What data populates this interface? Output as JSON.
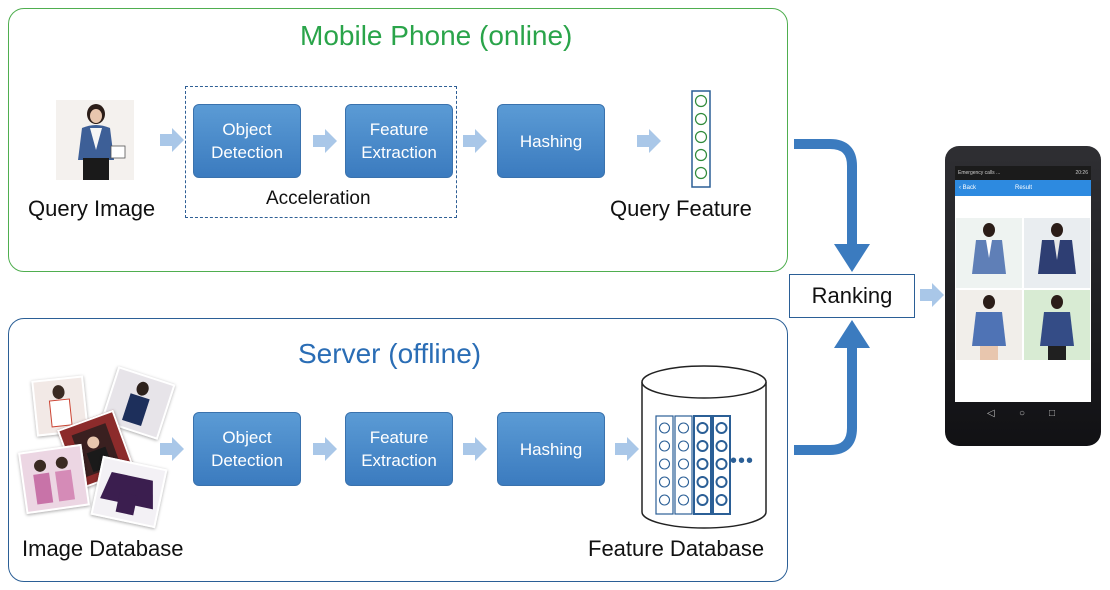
{
  "mobile_panel": {
    "title": "Mobile Phone (online)",
    "query_image_label": "Query Image",
    "object_detection": "Object\nDetection",
    "feature_extraction": "Feature\nExtraction",
    "hashing": "Hashing",
    "acceleration": "Acceleration",
    "query_feature_label": "Query Feature"
  },
  "server_panel": {
    "title": "Server (offline)",
    "image_database_label": "Image Database",
    "object_detection": "Object\nDetection",
    "feature_extraction": "Feature\nExtraction",
    "hashing": "Hashing",
    "feature_database_label": "Feature Database",
    "ellipsis": "•••"
  },
  "ranking": {
    "label": "Ranking"
  },
  "phone": {
    "status_left": "Emergency calls ...",
    "status_right": "20:26",
    "back_label": "‹ Back",
    "result_label": "Result"
  },
  "colors": {
    "mobile_accent": "#2aa44a",
    "server_accent": "#2a6db5",
    "box_fill": "#4a8ccc",
    "arrow_light": "#a9c7e8",
    "arrow_dark": "#3b7bbf"
  }
}
